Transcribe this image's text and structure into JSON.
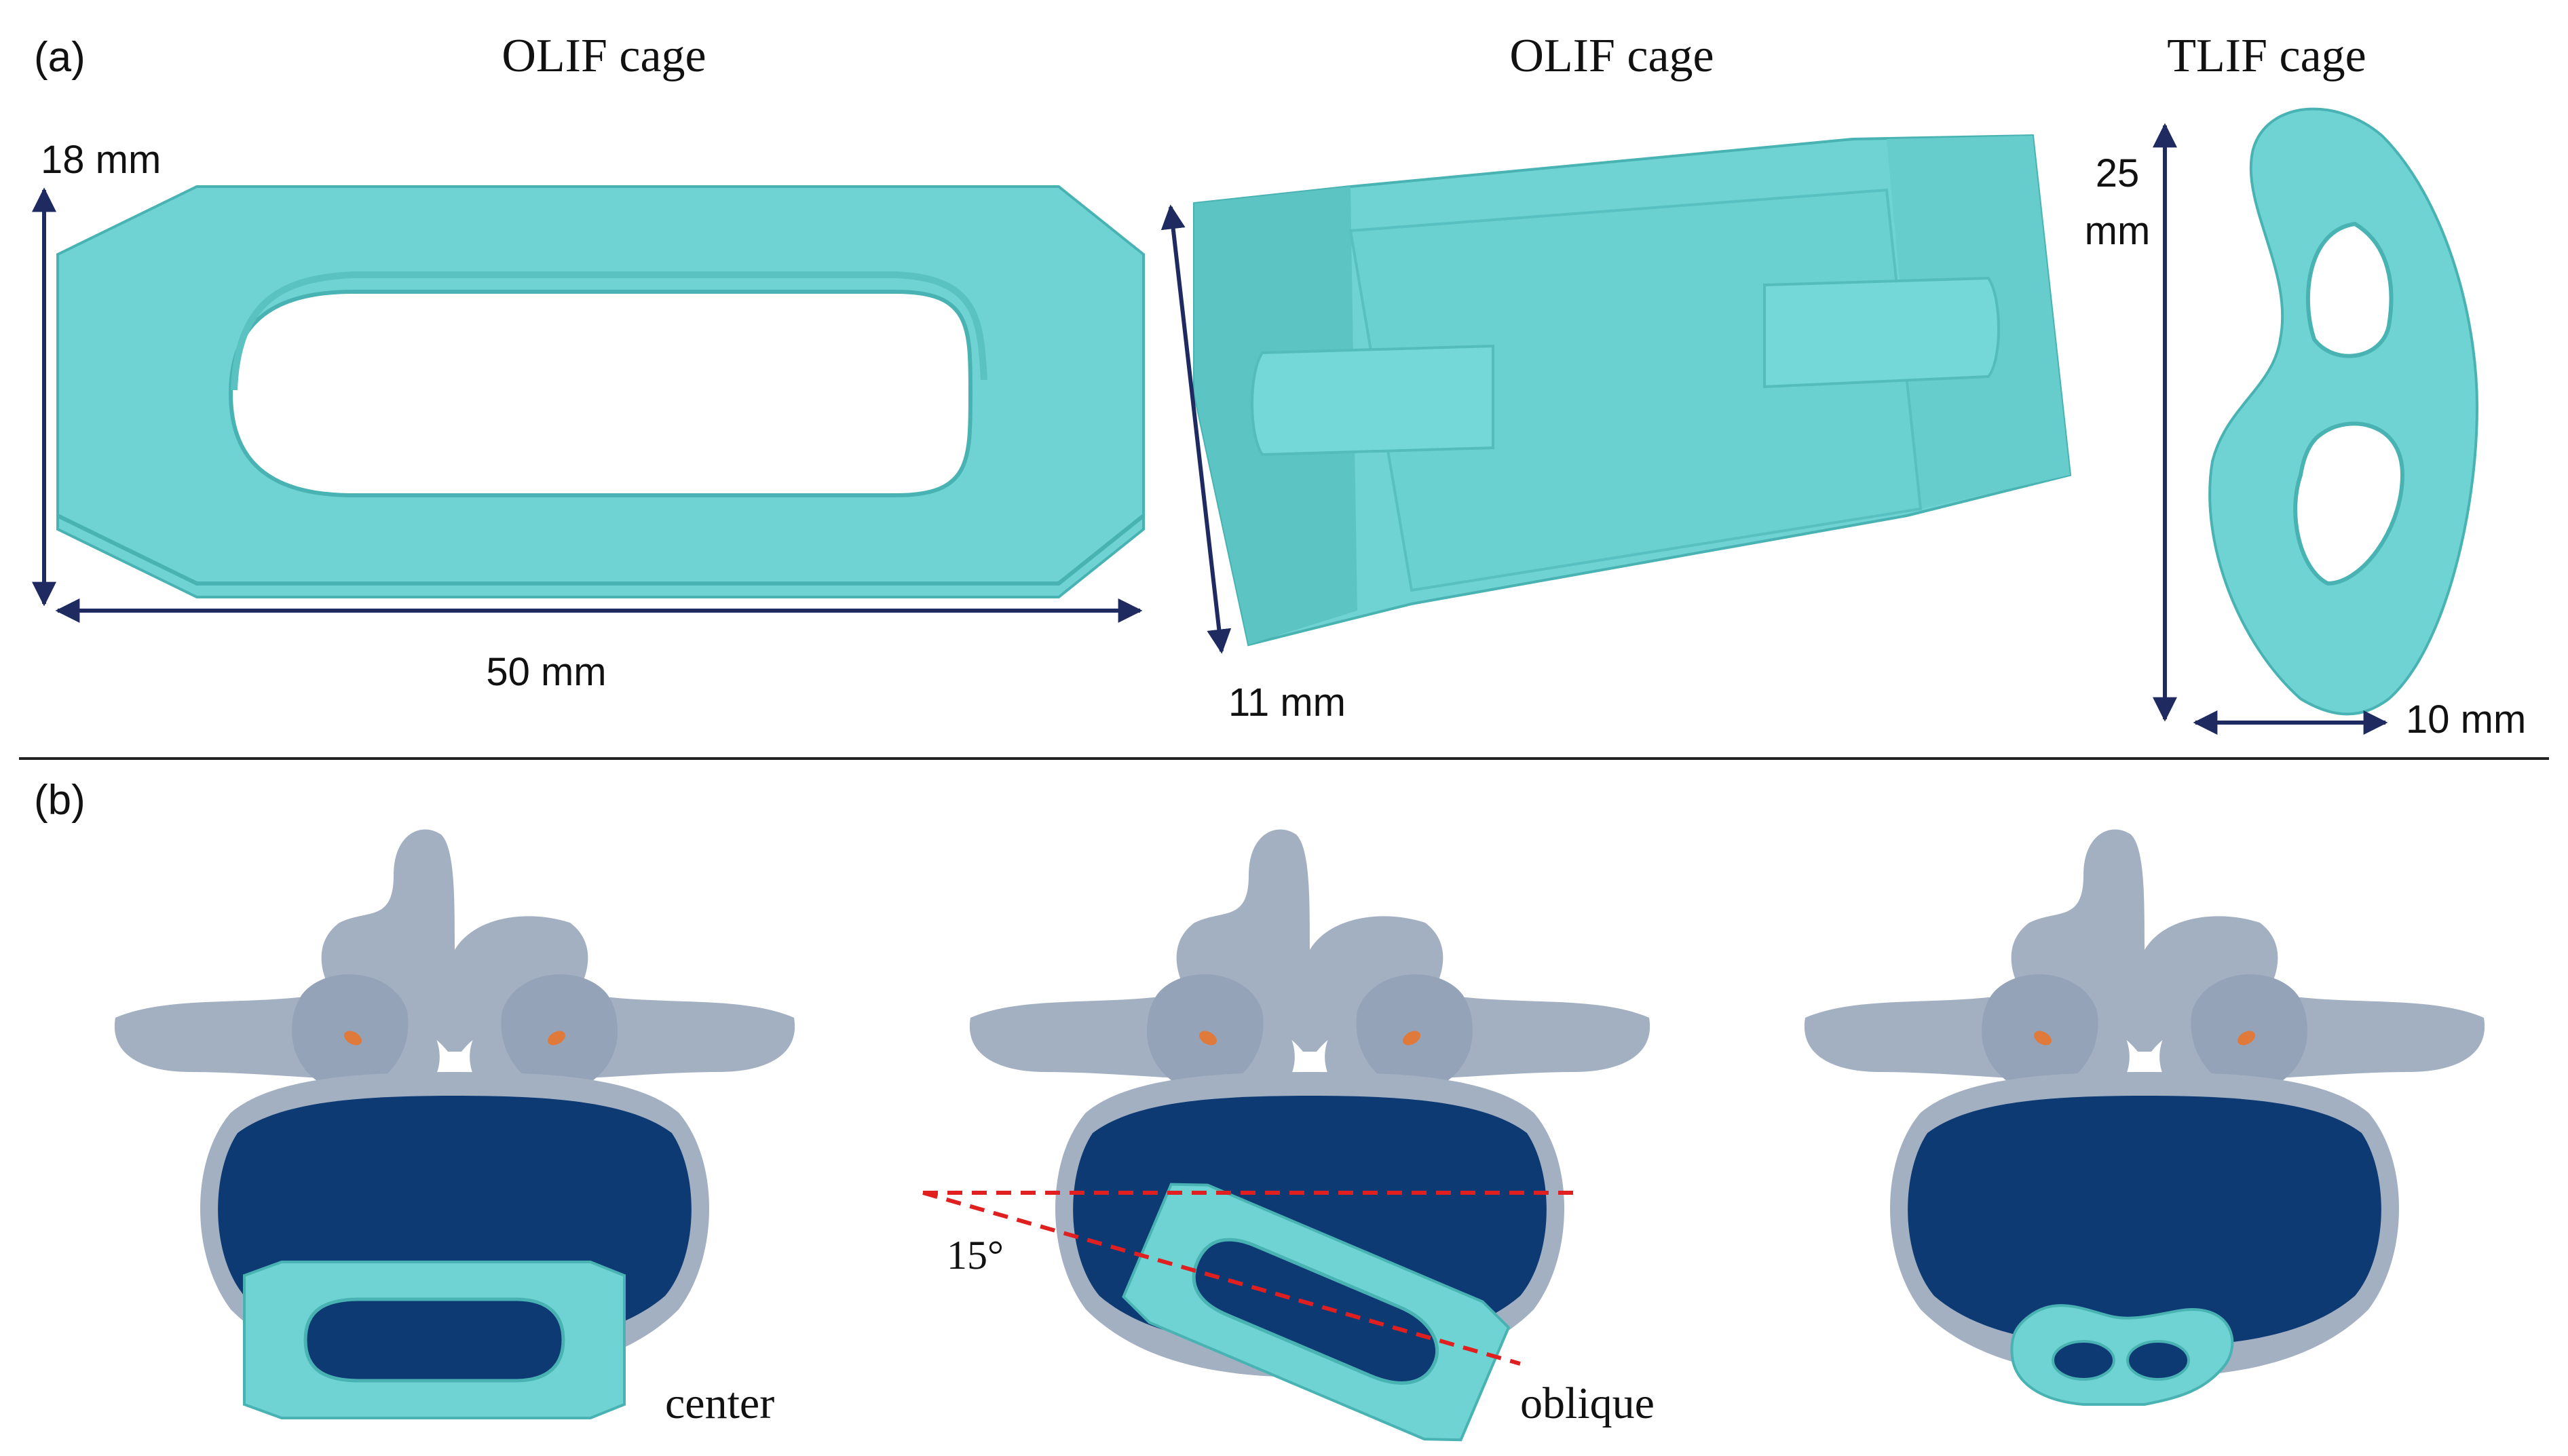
{
  "panel_a": {
    "label": "(a)",
    "titles": {
      "olif_front": "OLIF cage",
      "olif_side": "OLIF cage",
      "tlif": "TLIF cage"
    },
    "dimensions": {
      "olif_height": "18 mm",
      "olif_length": "50 mm",
      "olif_side_height": "11 mm",
      "tlif_length_line1": "25",
      "tlif_length_line2": "mm",
      "tlif_width": "10 mm"
    }
  },
  "panel_b": {
    "label": "(b)",
    "captions": {
      "center": "center",
      "oblique": "oblique"
    },
    "angle_label": "15°"
  },
  "colors": {
    "cage": "#6fd3d3",
    "cage_edge": "#49b3b3",
    "bone": "#a3b0c2",
    "bone_shade": "#8493a8",
    "endplate": "#0d3a73",
    "facet_spot": "#e07a3a",
    "arrow": "#1e2a60",
    "guide_line": "#e02020"
  }
}
